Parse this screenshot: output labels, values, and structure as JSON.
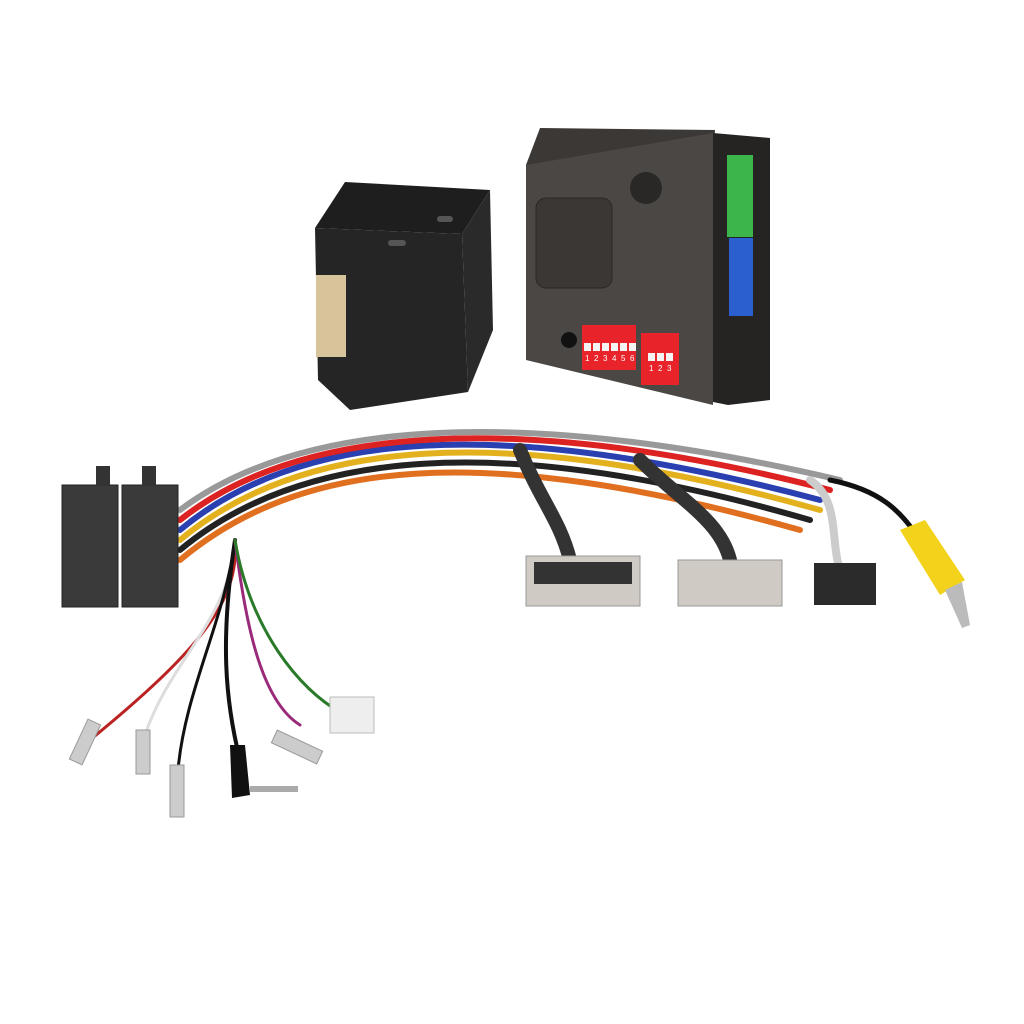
{
  "product": {
    "dip_switch_a": [
      "1",
      "2",
      "3",
      "4",
      "5",
      "6"
    ],
    "dip_switch_b": [
      "1",
      "2",
      "3"
    ]
  },
  "colors": {
    "box": "#2a2826",
    "dip_red": "#e8232a",
    "green_connector": "#3cb54a",
    "blue_connector": "#2b5fd0",
    "rca_yellow": "#f2d21b"
  }
}
